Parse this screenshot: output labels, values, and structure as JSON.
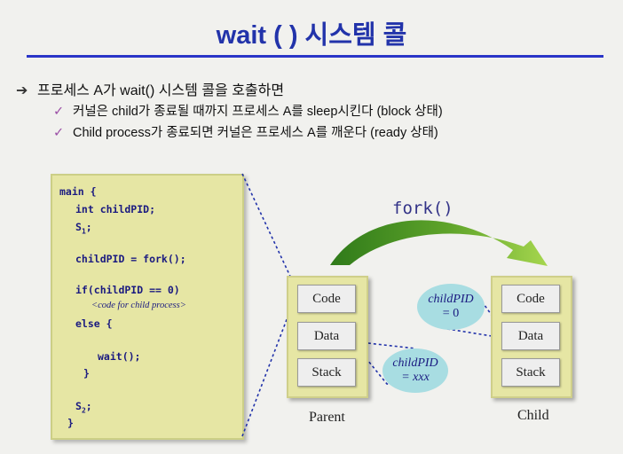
{
  "slide": {
    "title": "wait ( ) 시스템 콜",
    "bullet_main": "프로세스 A가 wait() 시스템 콜을 호출하면",
    "sub_bullets": [
      "커널은 child가 종료될 때까지 프로세스 A를 sleep시킨다 (block 상태)",
      "Child process가 종료되면 커널은 프로세스 A를 깨운다 (ready 상태)"
    ]
  },
  "code": {
    "line1": "main {",
    "line2": "int childPID;",
    "s1_base": "S",
    "s1_sub": "1",
    "s1_tail": ";",
    "line4": "childPID = fork();",
    "line5": "if(childPID == 0)",
    "comment": "<code for child process>",
    "line7": "else {",
    "line8": "wait();",
    "line9": "}",
    "s2_base": "S",
    "s2_sub": "2",
    "s2_tail": ";",
    "line11": "}"
  },
  "diagram": {
    "fork_label": "fork()",
    "parent": {
      "cells": [
        "Code",
        "Data",
        "Stack"
      ],
      "label": "Parent"
    },
    "child": {
      "cells": [
        "Code",
        "Data",
        "Stack"
      ],
      "label": "Child"
    },
    "child_bubble": {
      "name": "childPID",
      "value": "= 0"
    },
    "parent_bubble": {
      "name": "childPID",
      "value": "= xxx"
    }
  },
  "colors": {
    "title": "#2233aa",
    "rule": "#2a35c8",
    "code_bg": "#e6e6a4",
    "code_text": "#1a1a80",
    "bubble": "#a8dde2",
    "arrow": "#5fa42a"
  },
  "icons": {
    "main_bullet": "arrow-bullet-icon",
    "sub_bullet": "checkmark-icon"
  }
}
